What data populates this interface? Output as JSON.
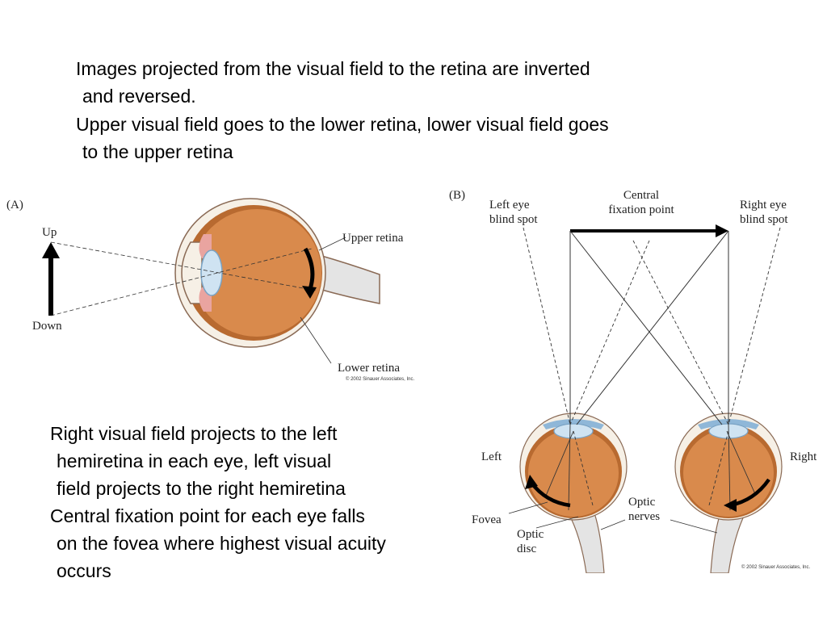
{
  "slide": {
    "top_bullets": [
      {
        "line1": "Images projected from the visual field to the retina are inverted",
        "line2": "and reversed."
      },
      {
        "line1": "Upper visual field goes to the lower retina, lower visual field goes",
        "line2": "to the upper retina"
      }
    ],
    "bottom_bullets": [
      {
        "line1": "Right visual field projects to the left",
        "line2": "hemiretina in each eye, left visual",
        "line3": "field projects to the right hemiretina"
      },
      {
        "line1": "Central fixation point for each eye falls",
        "line2": "on the fovea where highest visual acuity",
        "line3": "occurs"
      }
    ]
  },
  "figure_a": {
    "panel_label": "(A)",
    "up_label": "Up",
    "down_label": "Down",
    "upper_retina_label": "Upper retina",
    "lower_retina_label": "Lower retina",
    "copyright": "© 2002 Sinauer Associates, Inc."
  },
  "figure_b": {
    "panel_label": "(B)",
    "left_blind_spot_l1": "Left eye",
    "left_blind_spot_l2": "blind spot",
    "central_l1": "Central",
    "central_l2": "fixation point",
    "right_blind_spot_l1": "Right eye",
    "right_blind_spot_l2": "blind spot",
    "left_label": "Left",
    "right_label": "Right",
    "fovea_label": "Fovea",
    "optic_disc_l1": "Optic",
    "optic_disc_l2": "disc",
    "optic_nerves_l1": "Optic",
    "optic_nerves_l2": "nerves",
    "copyright": "© 2002 Sinauer Associates, Inc."
  },
  "colors": {
    "eye_orange": "#d98a4c",
    "eye_orange_dark": "#b86a30",
    "eye_outline": "#8a6a55",
    "sclera": "#f6f0e6",
    "iris_blue": "#8fb7d8",
    "lens_blue": "#cfe3f2",
    "pink": "#e9a4a0",
    "nerve_gray": "#e4e4e4"
  }
}
